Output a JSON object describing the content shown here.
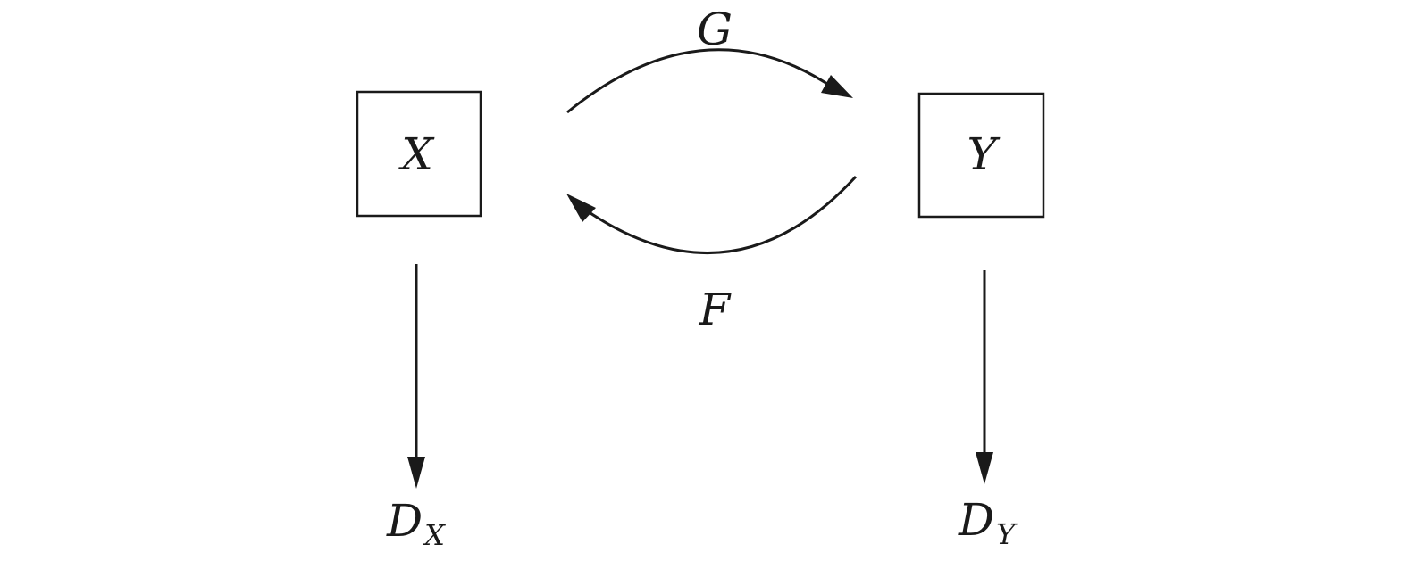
{
  "nodes": {
    "x": {
      "label": "X"
    },
    "y": {
      "label": "Y"
    },
    "dx": {
      "main": "D",
      "sub": "X"
    },
    "dy": {
      "main": "D",
      "sub": "Y"
    }
  },
  "edges": {
    "g": {
      "label": "G"
    },
    "f": {
      "label": "F"
    }
  }
}
